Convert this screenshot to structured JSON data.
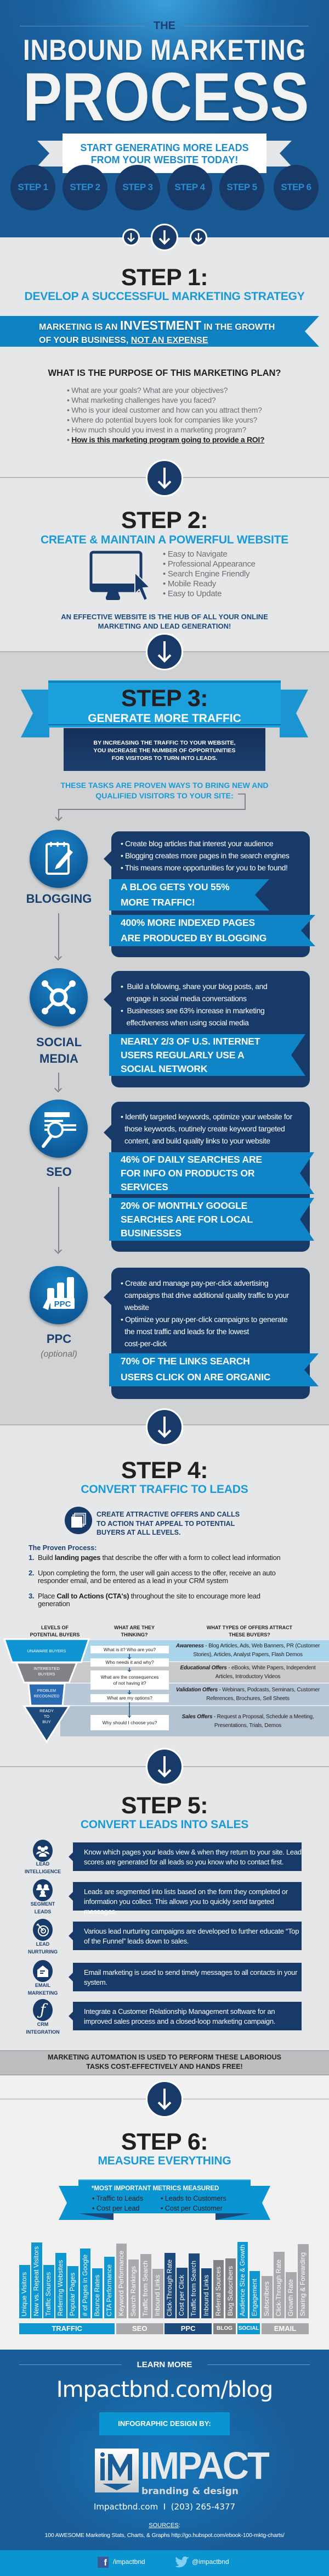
{
  "header": {
    "the": "THE",
    "title_line1": "INBOUND MARKETING",
    "title_line2": "PROCESS",
    "tagline_line1": "START GENERATING MORE LEADS",
    "tagline_line2": "FROM YOUR WEBSITE TODAY!",
    "steps": [
      "STEP 1",
      "STEP 2",
      "STEP 3",
      "STEP 4",
      "STEP 5",
      "STEP 6"
    ]
  },
  "step1": {
    "heading": "STEP 1:",
    "subtitle": "DEVELOP A SUCCESSFUL MARKETING STRATEGY",
    "banner": {
      "pre": "MARKETING IS AN ",
      "emphasis": "INVESTMENT",
      "post": " IN THE GROWTH",
      "line2": "OF YOUR BUSINESS, ",
      "underlined": "NOT AN EXPENSE"
    },
    "purpose_heading": "WHAT IS THE PURPOSE OF THIS MARKETING PLAN?",
    "questions": [
      "What are your goals? What are your objectives?",
      "What marketing challenges have you faced?",
      "Who is your ideal customer and how can you attract them?",
      "Where do potential buyers look for companies like yours?",
      "How much should you invest in a marketing program?",
      "How is this marketing program going to provide a ROI?"
    ]
  },
  "step2": {
    "heading": "STEP 2:",
    "subtitle": "CREATE & MAINTAIN A POWERFUL WEBSITE",
    "features": [
      "Easy to Navigate",
      "Professional Appearance",
      "Search Engine Friendly",
      "Mobile Ready",
      "Easy to Update"
    ],
    "tagline_line1": "AN EFFECTIVE WEBSITE IS THE HUB OF ALL YOUR ONLINE",
    "tagline_line2": "MARKETING AND LEAD GENERATION!"
  },
  "step3": {
    "heading": "STEP 3:",
    "subtitle": "GENERATE MORE TRAFFIC",
    "intro": [
      "BY INCREASING THE TRAFFIC TO YOUR WEBSITE,",
      "YOU INCREASE THE NUMBER OF OPPORTUNITIES",
      "FOR VISITORS TO TURN INTO LEADS."
    ],
    "tasks_intro": [
      "THESE TASKS ARE PROVEN WAYS TO BRING NEW AND",
      "QUALIFIED VISITORS TO YOUR SITE:"
    ],
    "channels": [
      {
        "name": "BLOGGING",
        "icon": "notepad-pencil-icon",
        "bullets": [
          "• Create blog articles that interest your audience",
          "• Blogging creates more pages in the search engines",
          "• This means more opportunities for you to be found!"
        ],
        "stats": [
          [
            "A BLOG GETS YOU 55%",
            "MORE TRAFFIC!"
          ],
          [
            "400% MORE INDEXED PAGES",
            "ARE PRODUCED BY BLOGGING"
          ]
        ]
      },
      {
        "name": "SOCIAL",
        "name2": "MEDIA",
        "icon": "network-hub-icon",
        "bullets": [
          "•  Build a following, share your blog posts, and",
          "   engage in social media conversations",
          "•  Businesses see 63% increase in marketing",
          "   effectiveness when using social media"
        ],
        "stats": [
          [
            "NEARLY 2/3 OF U.S. INTERNET",
            "USERS REGULARLY USE A",
            "SOCIAL NETWORK"
          ]
        ]
      },
      {
        "name": "SEO",
        "icon": "magnifier-document-icon",
        "bullets": [
          "• Identify targeted keywords, optimize your website for",
          "  those keywords, routinely create keyword targeted",
          "  content, and build quality links to your website"
        ],
        "stats": [
          [
            "46% OF DAILY SEARCHES ARE",
            "FOR INFO ON PRODUCTS OR",
            "SERVICES"
          ],
          [
            "20% OF MONTHLY GOOGLE",
            "SEARCHES ARE FOR LOCAL",
            "BUSINESSES"
          ]
        ]
      },
      {
        "name": "PPC",
        "note": "(optional)",
        "icon": "ppc-chart-icon",
        "icon_text": "PPC",
        "bullets": [
          "• Create and manage pay-per-click advertising",
          "  campaigns that drive additional quality traffic to your",
          "  website",
          "• Optimize your pay-per-click campaigns to generate",
          "  the most traffic and leads for the lowest",
          "  cost-per-click"
        ],
        "stats": [
          [
            "70% OF THE LINKS SEARCH",
            "USERS CLICK ON ARE ORGANIC"
          ]
        ]
      }
    ]
  },
  "step4": {
    "heading": "STEP 4:",
    "subtitle": "CONVERT TRAFFIC TO LEADS",
    "offers_text": [
      "CREATE ATTRACTIVE OFFERS AND CALLS",
      "TO ACTION THAT APPEAL TO POTENTIAL",
      "BUYERS AT ALL LEVELS."
    ],
    "process_heading": "The Proven Process:",
    "process": [
      {
        "num": "1.",
        "a": "Build ",
        "b": "landing pages",
        "c": " that describe the offer with a form to collect lead information"
      },
      {
        "num": "2.",
        "a": "Upon completing the form, the user will gain access to the offer, receive an auto",
        "a2": "responder email, and be entered as a lead in your CRM system"
      },
      {
        "num": "3.",
        "a": "Place ",
        "b": "Call to Actions (CTA's)",
        "c": " throughout the site to encourage more lead",
        "c2": "generation"
      }
    ],
    "columns": [
      [
        "LEVELS OF",
        "POTENTIAL BUYERS"
      ],
      [
        "WHAT ARE THEY",
        "THINKING?"
      ],
      [
        "WHAT TYPES OF OFFERS ATTRACT",
        "THESE BUYERS?"
      ]
    ],
    "levels": [
      [
        "UNAWARE BUYERS"
      ],
      [
        "INTERESTED",
        "BUYERS"
      ],
      [
        "PROBLEM",
        "RECOGNIZED"
      ],
      [
        "READY",
        "TO",
        "BUY"
      ]
    ],
    "level_colors": [
      "#0f95d3",
      "#808285",
      "#2a6ab3",
      "#1d4a7a"
    ],
    "thinking": [
      "What is it? Who are you?",
      "Who needs it and why?",
      "What are the consequences of not having it?",
      "What are my options?",
      "Why should I choose you?"
    ],
    "offers": [
      {
        "type": "Awareness",
        "items": " - Blog Articles, Ads, Web Banners, PR (Customer Stories), Articles, Analyst Papers, Flash Demos"
      },
      {
        "type": "Educational Offers",
        "items": " - eBooks, White Papers, Independent Articles, Introductory Videos"
      },
      {
        "type": "Validation Offers",
        "items": " - Webinars, Podcasts, Seminars, Customer References, Brochures, Sell Sheets"
      },
      {
        "type": "Sales Offers",
        "items": " - Request a Proposal, Schedule a Meeting, Presentations, Trials, Demos"
      }
    ]
  },
  "step5": {
    "heading": "STEP 5:",
    "subtitle": "CONVERT LEADS INTO SALES",
    "items": [
      {
        "l1": "LEAD",
        "l2": "INTELLIGENCE",
        "icon": "people-group-icon",
        "text": "Know which pages your leads view & when they return to your site. Lead scores are generated for all leads so you know who to contact first."
      },
      {
        "l1": "SEGMENT",
        "l2": "LEADS",
        "icon": "segmented-groups-icon",
        "text": "Leads are segmented into lists based on the form they completed or information you collect. This allows you to quickly send targeted messages."
      },
      {
        "l1": "LEAD",
        "l2": "NURTURING",
        "icon": "target-dart-icon",
        "text": "Various lead nurturing campaigns are developed to further educate “Top of the Funnel” leads down to sales."
      },
      {
        "l1": "EMAIL",
        "l2": "MARKETING",
        "icon": "envelope-icon",
        "text": "Email marketing is used to send timely messages to all contacts in your system."
      },
      {
        "l1": "CRM",
        "l2": "INTEGRATION",
        "icon": "function-f-icon",
        "text": "Integrate a Customer Relationship Management software for an improved sales process and a closed-loop marketing campaign."
      }
    ],
    "automation": [
      "MARKETING AUTOMATION IS USED TO PERFORM THESE LABORIOUS",
      "TASKS COST-EFFECTIVELY AND HANDS FREE!"
    ]
  },
  "step6": {
    "heading": "STEP 6:",
    "subtitle": "MEASURE EVERYTHING",
    "metrics_heading": "*MOST IMPORTANT METRICS MEASURED",
    "metrics": [
      "• Traffic to Leads",
      "• Leads to Customers",
      "• Cost per Lead",
      "• Cost per Customer"
    ]
  },
  "chart_data": {
    "type": "bar",
    "categories": [
      "Unique Visitors",
      "New vs. Repeat Visitors",
      "Traffic Sources",
      "Referring Websites",
      "Popular Pages",
      "# of Pages in Google",
      "Bounce Rates",
      "CTA Performance",
      "Keyword Performance",
      "Search Rankings",
      "Traffic from Search",
      "Inbound Links",
      "Click-Through Rate",
      "Cost per Click",
      "Traffic from Search",
      "Inbound Links",
      "Referral Sources",
      "Blog Subscribers",
      "Audience Size & Growth",
      "Engagement",
      "Subscribers",
      "Click-Through Rate",
      "Growth Rate",
      "Sharing & Forwarding"
    ],
    "groups": [
      {
        "name": "TRAFFIC",
        "count": 8,
        "color": "#0f97d2"
      },
      {
        "name": "SEO",
        "count": 4,
        "color": "#a7a9ac"
      },
      {
        "name": "PPC",
        "count": 4,
        "color": "#1d4a7a"
      },
      {
        "name": "BLOG",
        "count": 2,
        "color": "#808285"
      },
      {
        "name": "SOCIAL",
        "count": 2,
        "color": "#0f97d2"
      },
      {
        "name": "EMAIL",
        "count": 4,
        "color": "#a7a9ac"
      }
    ],
    "axes": "none",
    "grid": false
  },
  "footer": {
    "learn_more": "LEARN MORE",
    "blog_url": "Impactbnd.com/blog",
    "design_by": "INFOGRAPHIC DESIGN BY:",
    "logo_text": "IMPACT",
    "logo_sub": "branding & design",
    "contact": "Impactbnd.com  I  (203) 265-4377",
    "sources_label": "SOURCES",
    "sources_text": "100 AWESOME Marketing Stats, Charts, & Graphs http://go.hubspot.com/ebook-100-mktg-charts/",
    "facebook": "/impactbnd",
    "twitter": "@impactbnd"
  },
  "colors": {
    "navy": "#173a69",
    "blue": "#0f84c6",
    "accent": "#1a9ad6",
    "gray_bg": "#e6e7e8"
  }
}
